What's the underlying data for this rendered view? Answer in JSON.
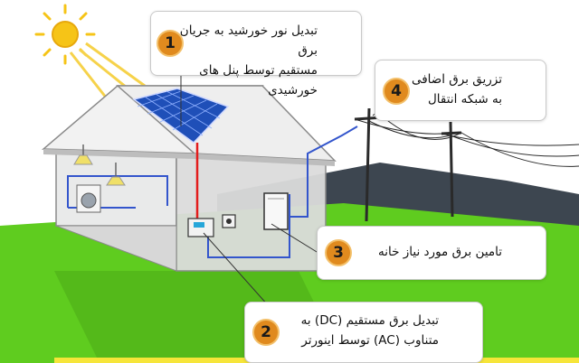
{
  "callouts": [
    {
      "number": "1",
      "line1": "تبدیل نور خورشید به جریان برق",
      "line2": "مستقیم توسط پنل های خورشیدی"
    },
    {
      "number": "2",
      "line1": "تبدیل برق مستقیم (DC) به",
      "line2": "متناوب (AC) توسط اینورتر"
    },
    {
      "number": "3",
      "line1": "تامین برق مورد نیاز خانه",
      "line2": ""
    },
    {
      "number": "4",
      "line1": "تزریق برق اضافی",
      "line2": "به شبکه انتقال"
    }
  ],
  "colors": {
    "sun": "#f6c417",
    "panel": "#1f4fb8",
    "house_wall": "#e9eaea",
    "roof": "#f2f2f2",
    "ground": "#5fcc1f",
    "wire_blue": "#3355cc",
    "wire_red": "#e31c1c",
    "badge": "#e08a1e"
  }
}
